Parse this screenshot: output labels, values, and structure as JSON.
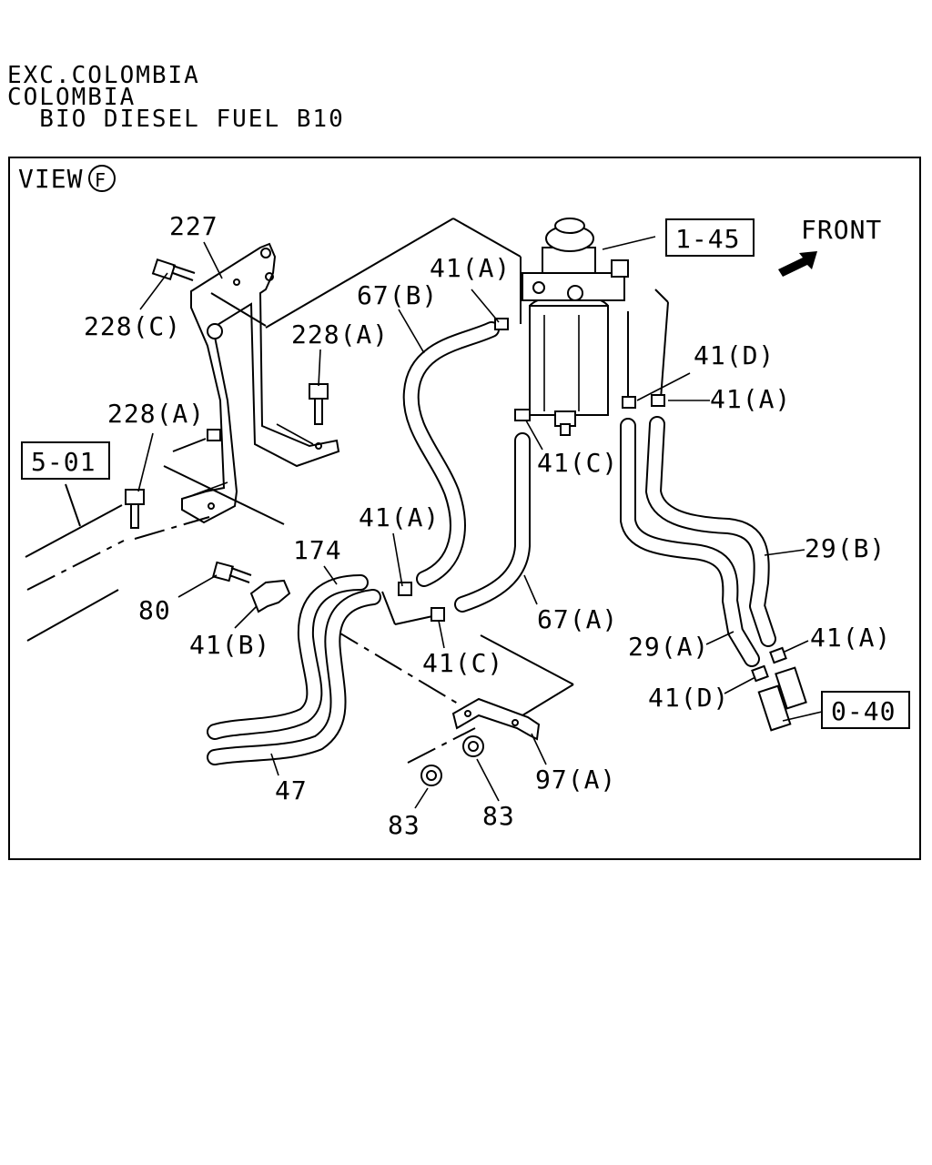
{
  "header": {
    "line1": "EXC.COLOMBIA",
    "line2": "COLOMBIA",
    "line3": "  BIO DIESEL FUEL B10"
  },
  "view": {
    "prefix": "VIEW",
    "letter": "F"
  },
  "direction_label": "FRONT",
  "ref_boxes": {
    "r1": "1-45",
    "r2": "5-01",
    "r3": "0-40"
  },
  "callouts": {
    "c227": "227",
    "c228c": "228(C)",
    "c228a_top": "228(A)",
    "c228a_left": "228(A)",
    "c67b": "67(B)",
    "c41a_top": "41(A)",
    "c41d_top": "41(D)",
    "c41a_right": "41(A)",
    "c41c_top": "41(C)",
    "c41a_mid": "41(A)",
    "c174": "174",
    "c80": "80",
    "c41b": "41(B)",
    "c41c_mid": "41(C)",
    "c67a": "67(A)",
    "c29b": "29(B)",
    "c29a": "29(A)",
    "c41a_low": "41(A)",
    "c41d_low": "41(D)",
    "c47": "47",
    "c83_left": "83",
    "c83_right": "83",
    "c97a": "97(A)"
  }
}
